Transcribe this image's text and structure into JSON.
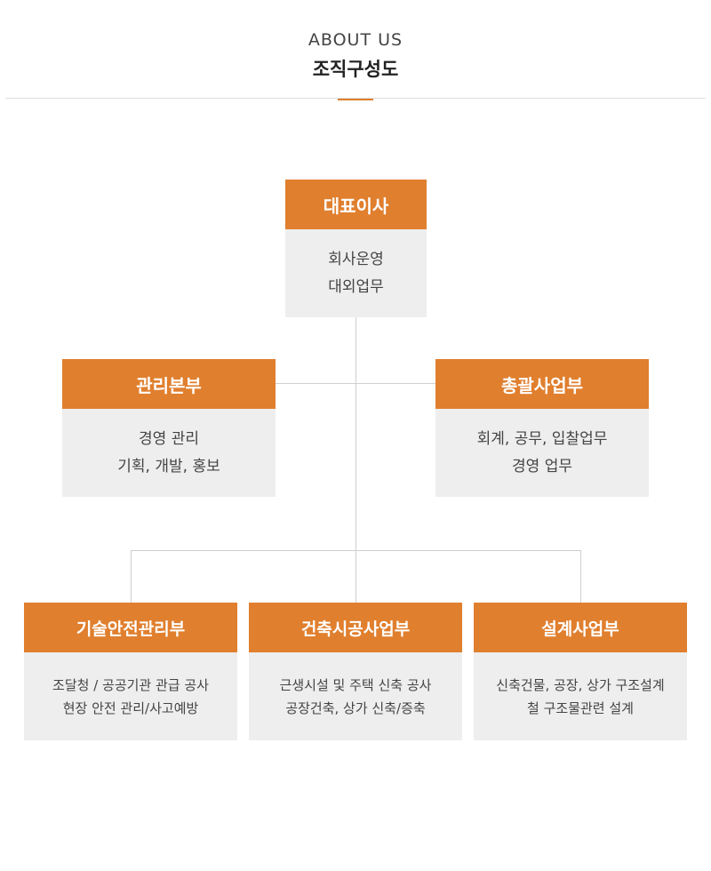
{
  "header": {
    "subtitle": "ABOUT US",
    "title": "조직구성도"
  },
  "colors": {
    "accent": "#e07f2e",
    "box_bg": "#eeeeee",
    "line": "#cfcfcf"
  },
  "ceo": {
    "title": "대표이사",
    "lines": [
      "회사운영",
      "대외업무"
    ]
  },
  "admin": {
    "title": "관리본부",
    "lines": [
      "경영 관리",
      "기획, 개발, 홍보"
    ]
  },
  "general": {
    "title": "총괄사업부",
    "lines": [
      "회계, 공무, 입찰업무",
      "경영 업무"
    ]
  },
  "tech": {
    "title": "기술안전관리부",
    "lines": [
      "조달청 / 공공기관 관급 공사",
      "현장 안전 관리/사고예방"
    ]
  },
  "construction": {
    "title": "건축시공사업부",
    "lines": [
      "근생시설 및 주택 신축 공사",
      "공장건축, 상가 신축/증축"
    ]
  },
  "design": {
    "title": "설계사업부",
    "lines": [
      "신축건물, 공장, 상가 구조설계",
      "철 구조물관련 설계"
    ]
  }
}
